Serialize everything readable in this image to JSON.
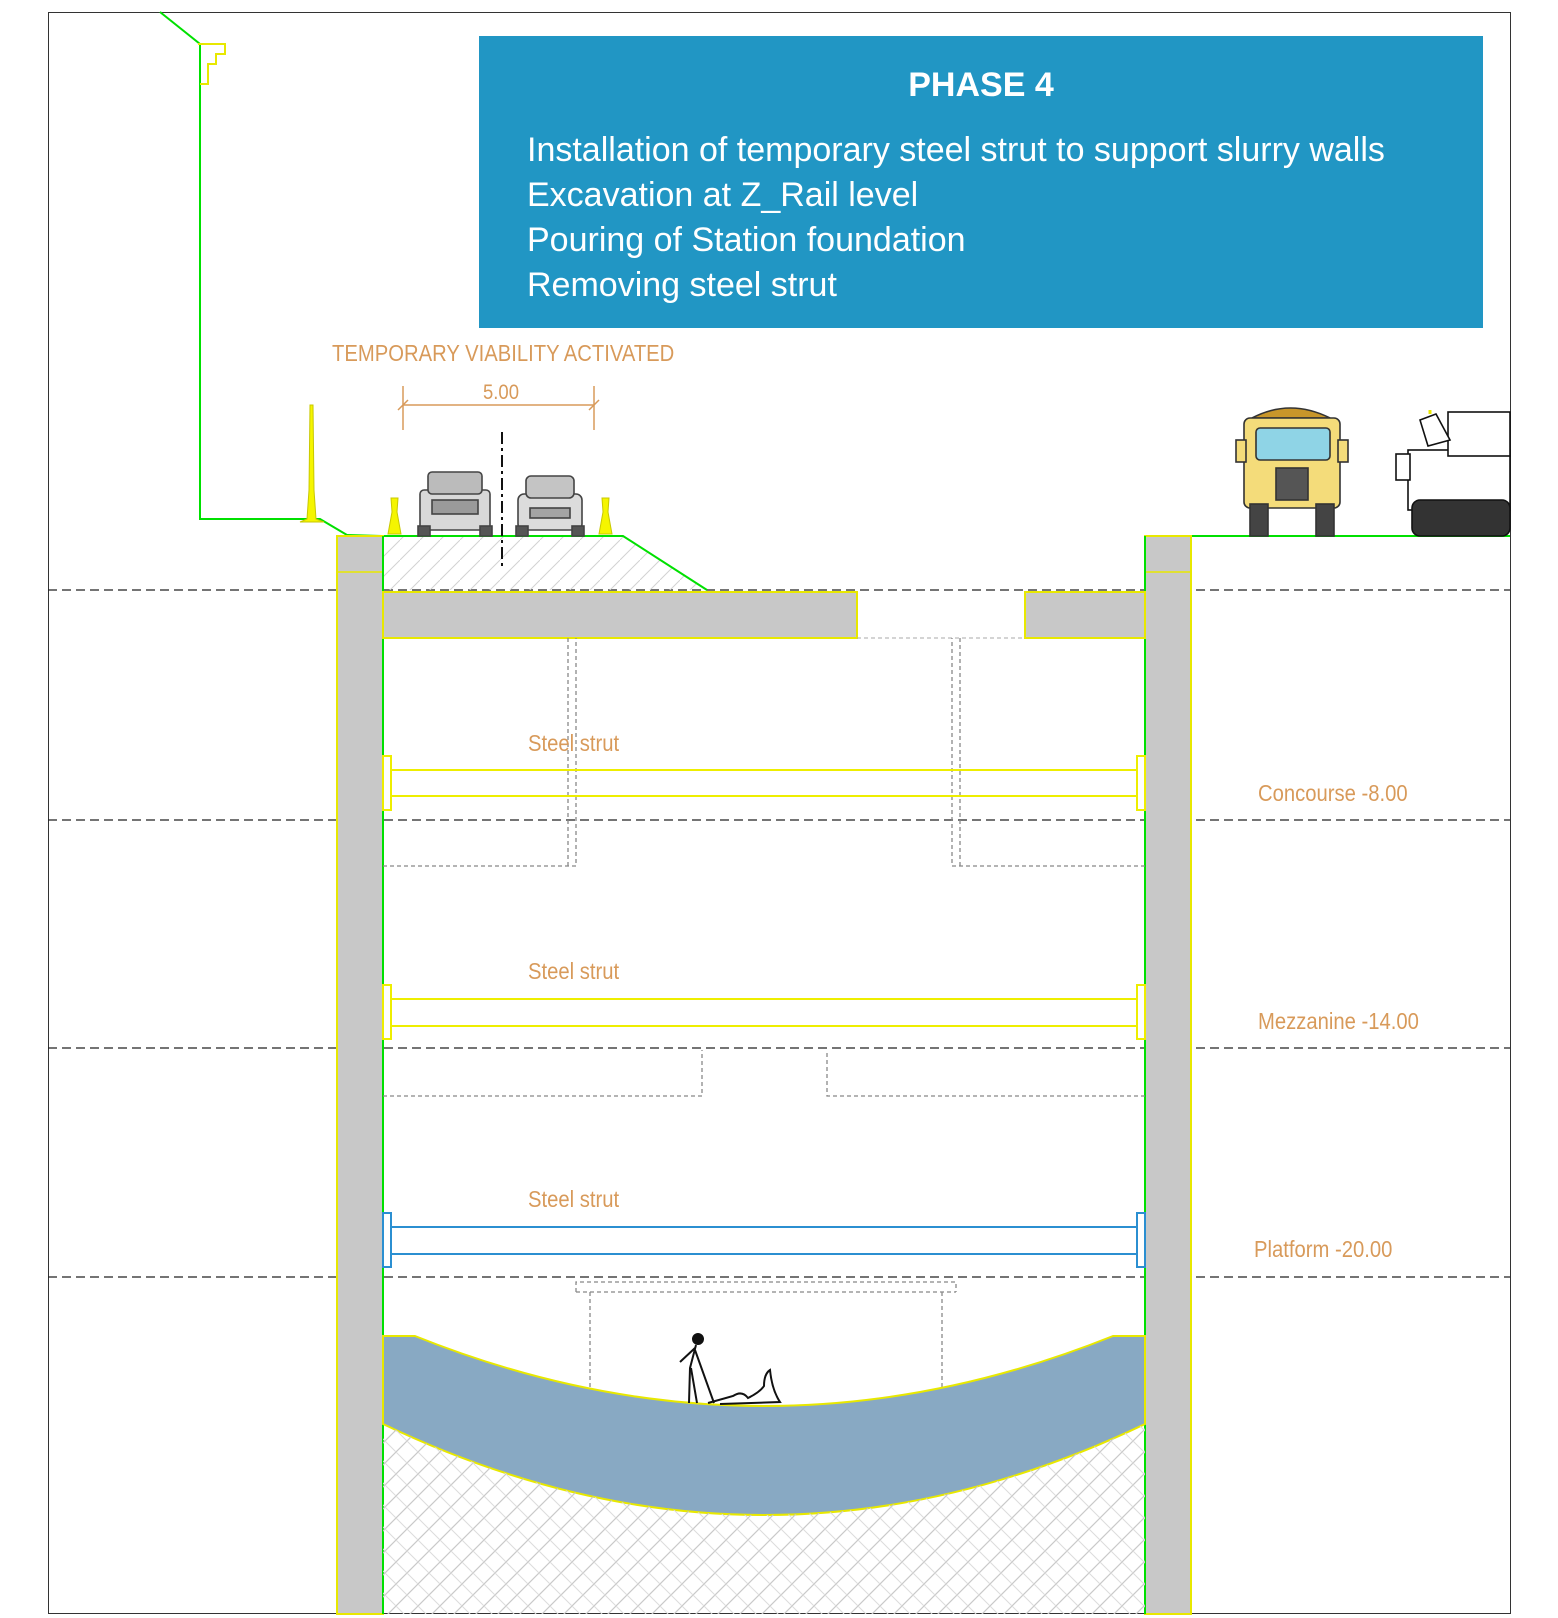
{
  "phase": {
    "title": "PHASE 4",
    "steps": [
      "Installation of temporary steel strut to support slurry walls",
      "Excavation at Z_Rail  level",
      "Pouring of Station foundation",
      "Removing steel strut"
    ]
  },
  "road": {
    "label": "TEMPORARY VIABILITY ACTIVATED",
    "dimension": "5.00"
  },
  "struts": [
    {
      "label": "Steel strut",
      "state": "installed"
    },
    {
      "label": "Steel strut",
      "state": "installed"
    },
    {
      "label": "Steel strut",
      "state": "removing"
    }
  ],
  "levels": [
    {
      "label": "Concourse -8.00"
    },
    {
      "label": "Mezzanine -14.00"
    },
    {
      "label": "Platform -20.00"
    }
  ],
  "colors": {
    "banner": "#2196c4",
    "ground_line": "#00e000",
    "wall_outline": "#ffff00",
    "concrete": "#c8c8c8",
    "foundation": "#88a9c3",
    "label": "#d89a5a",
    "removing_strut": "#2b8fd1"
  },
  "icons": [
    "car-icon",
    "truck-icon",
    "excavator-icon",
    "worker-icon",
    "traffic-barrier-icon"
  ]
}
